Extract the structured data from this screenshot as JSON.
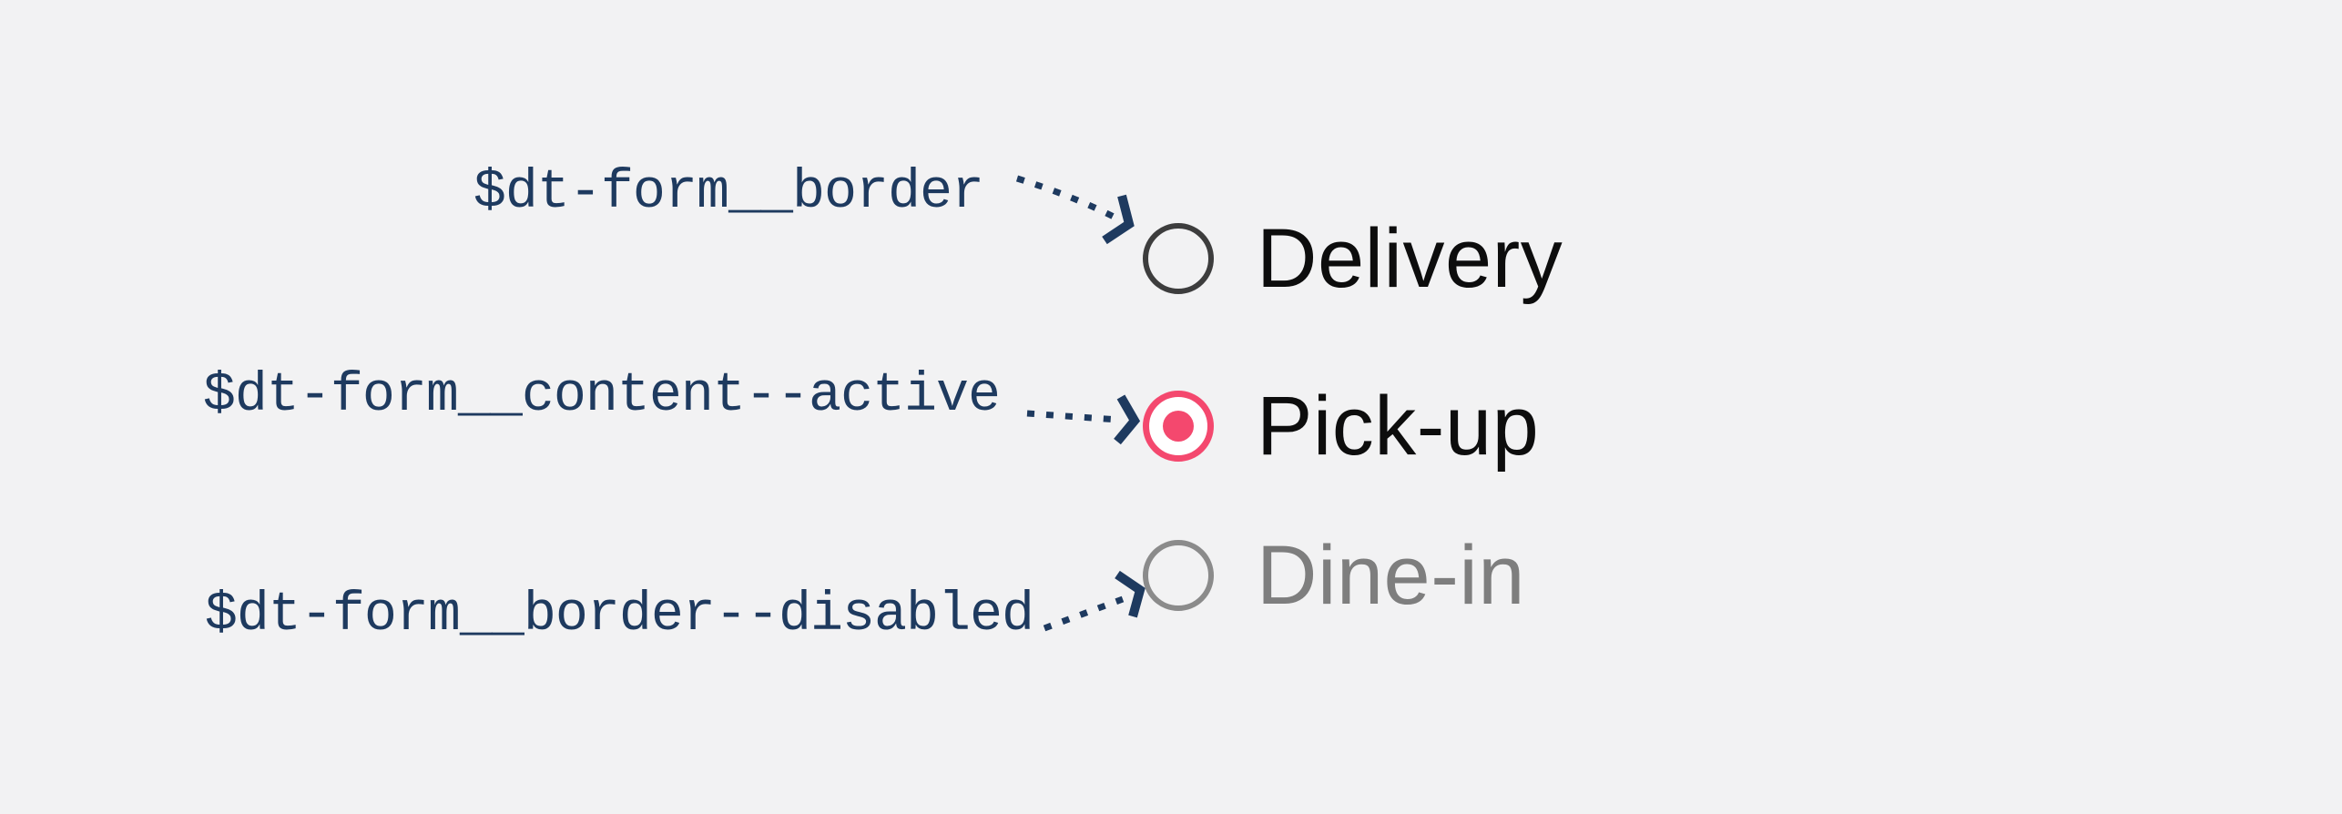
{
  "diagram": {
    "description": "Design-token annotation of radio button states",
    "background": "#f2f2f3",
    "colors": {
      "annotation_navy": "#1e3a5f",
      "radio_border_default": "#3d3d3d",
      "radio_active_pink": "#f4486e",
      "radio_border_disabled": "#8b8b8b",
      "option_text": "#0d0d0d",
      "option_text_disabled": "#7e7e7e"
    }
  },
  "rows": [
    {
      "token": "$dt-form__border",
      "option": "Delivery",
      "state": "default",
      "selected": false
    },
    {
      "token": "$dt-form__content--active",
      "option": "Pick-up",
      "state": "active",
      "selected": true
    },
    {
      "token": "$dt-form__border--disabled",
      "option": "Dine-in",
      "state": "disabled",
      "selected": false
    }
  ]
}
